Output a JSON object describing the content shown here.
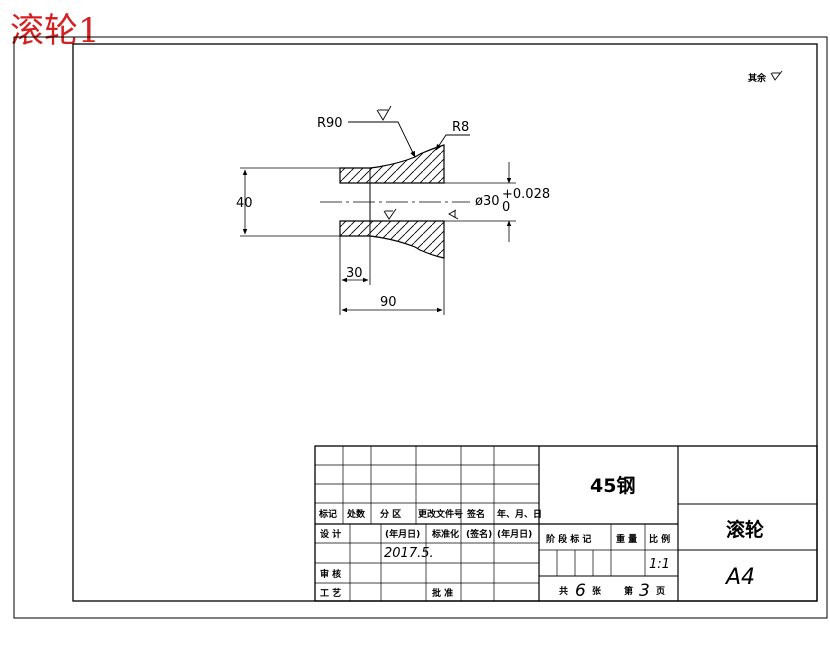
{
  "page_title": "滚轮1",
  "roughness_note": "其余",
  "drawing": {
    "r90": "R90",
    "r8": "R8",
    "d40": "40",
    "dia": "ø30",
    "tol_upper": "+0.028",
    "tol_lower": "0",
    "d30": "30",
    "d90": "90"
  },
  "title_block": {
    "headers": {
      "mark": "标记",
      "count": "处数",
      "zone": "分 区",
      "doc": "更改文件号",
      "sign": "签名",
      "date": "年、月、日"
    },
    "design": "设 计",
    "ymd1": "(年月日)",
    "standard": "标准化",
    "signed": "(签名)",
    "ymd2": "(年月日)",
    "design_date": "2017.5.",
    "review": "审 核",
    "process": "工 艺",
    "approve": "批 准",
    "material": "45钢",
    "stage_mark": "阶 段 标 记",
    "weight": "重 量",
    "scale_label": "比 例",
    "scale_value": "1:1",
    "sheet_total_prefix": "共",
    "sheet_total": "6",
    "sheet_total_suffix": "张",
    "sheet_no_prefix": "第",
    "sheet_no": "3",
    "sheet_no_suffix": "页",
    "part_name": "滚轮",
    "paper_size": "A4"
  }
}
